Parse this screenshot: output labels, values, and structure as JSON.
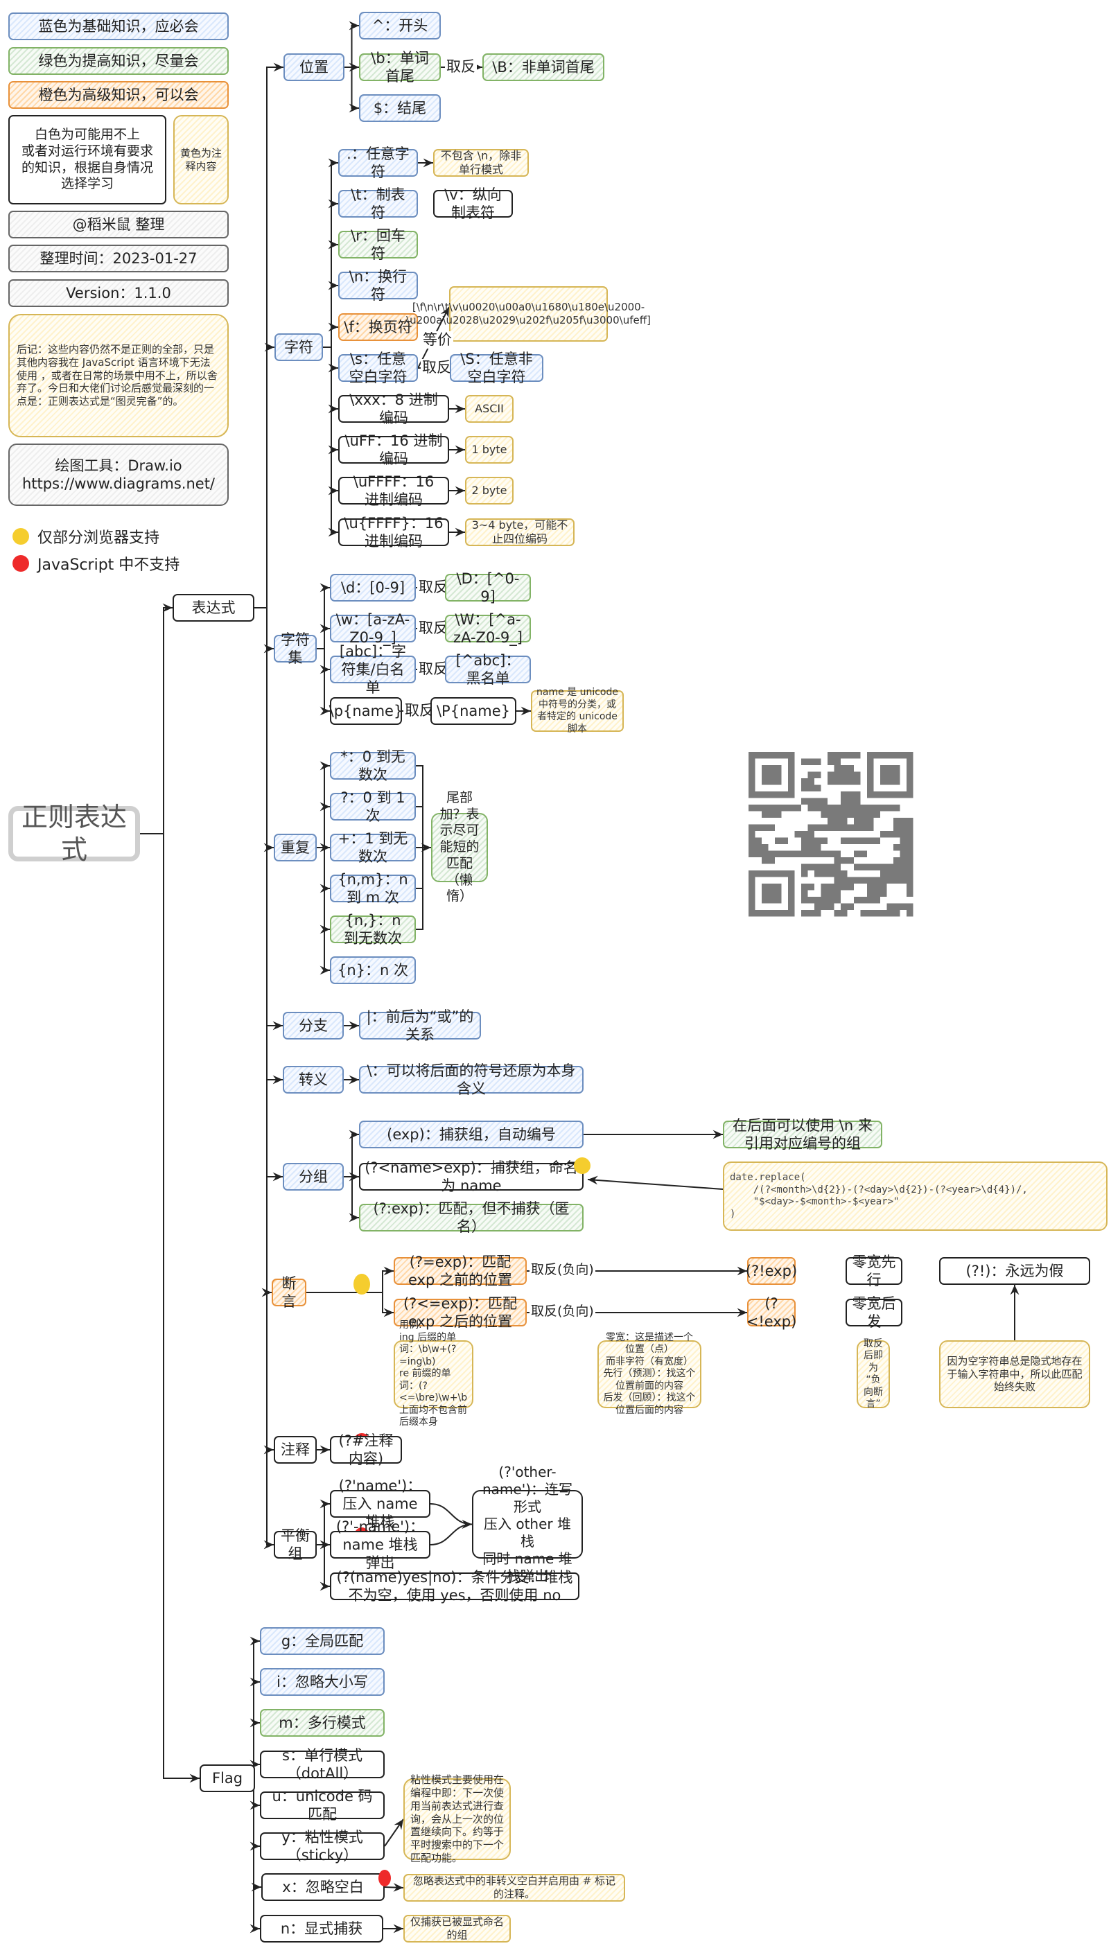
{
  "legend": {
    "blue": "蓝色为基础知识，应必会",
    "green": "绿色为提高知识，尽量会",
    "orange": "橙色为高级知识，可以会",
    "white": "白色为可能用不上\n或者对运行环境有要求\n的知识，根据自身情况\n选择学习",
    "yellow": "黄色为注\n释内容",
    "author": "@稻米鼠 整理",
    "date": "整理时间：2023-01-27",
    "version": "Version：1.1.0",
    "postscript": "后记：这些内容仍然不是正则的全部，只是其他内容我在 JavaScript  语言环境下无法使用 ，或者在日常的场景中用不上，所以舍弃了。今日和大佬们讨论后感觉最深刻的一点是：正则表达式是“图灵完备”的。",
    "tool": "绘图工具：Draw.io\nhttps://www.diagrams.net/",
    "partial_support": "仅部分浏览器支持",
    "js_unsupported": "JavaScript 中不支持",
    "colors": {
      "partial": "#f5cd2e",
      "unsupported": "#ee2a2a"
    }
  },
  "root": "正则表达式",
  "expression": {
    "label": "表达式",
    "position": {
      "label": "位置",
      "items": [
        "^：开头",
        "\\b：单词首尾",
        "$：结尾"
      ],
      "negate_label": "取反",
      "b_negated": "\\B：非单词首尾"
    },
    "chars": {
      "label": "字符",
      "items": [
        ".：任意字符",
        "\\t：制表符",
        "\\r：回车符",
        "\\n：换行符",
        "\\f：换页符",
        "\\s：任意空白字符",
        "\\xxx：8 进制编码",
        "\\uFF：16 进制编码",
        "\\uFFFF：16 进制编码",
        "\\u{FFFF}：16 进制编码"
      ],
      "dot_note": "不包含 \\n，除非单行模式",
      "vtab": "\\v：纵向制表符",
      "equiv_label": "等价",
      "ws_equiv": "[\\f\\n\\r\\t\\v\\u0020\\u00a0\\u1680\\u180e\\u2000-\\u200a\\u2028\\u2029\\u202f\\u205f\\u3000\\ufeff]",
      "negate_label": "取反",
      "s_negated": "\\S：任意非空白字符",
      "notes": [
        "ASCII",
        "1 byte",
        "2 byte",
        "3~4 byte，可能不止四位编码"
      ]
    },
    "charset": {
      "label": "字符集",
      "items": [
        "\\d：[0-9]",
        "\\w：[a-zA-Z0-9_]",
        "[abc]：字符集/白名单",
        "\\p{name}"
      ],
      "negate_label": "取反",
      "negated": [
        "\\D：[^0-9]",
        "\\W：[^a-zA-Z0-9_]",
        "[^abc]：黑名单",
        "\\P{name}"
      ],
      "p_note": "name 是 unicode 中符号的分类，或者特定的 unicode 脚本"
    },
    "repeat": {
      "label": "重复",
      "items": [
        "*：0 到无数次",
        "?：0 到 1 次",
        "+：1 到无数次",
        "{n,m}：n 到 m 次",
        "{n,}：n 到无数次",
        "{n}：n 次"
      ],
      "lazy_note": "尾部加？表示尽可能短的匹配（懒惰）"
    },
    "branch": {
      "label": "分支",
      "item": "|：前后为“或”的关系"
    },
    "escape": {
      "label": "转义",
      "item": "\\：可以将后面的符号还原为本身含义"
    },
    "group": {
      "label": "分组",
      "items": [
        "(exp)：捕获组，自动编号",
        "(?<name>exp)：捕获组，命名为 name",
        "(?:exp)：匹配，但不捕获（匿名）"
      ],
      "backref_note": "在后面可以使用 \\n 来引用对应编号的组",
      "code_example": "date.replace(\n    /(?<month>\\d{2})-(?<day>\\d{2})-(?<year>\\d{4})/,\n    \"$<day>-$<month>-$<year>\"\n)"
    },
    "assert": {
      "label": "断言",
      "items": [
        "(?=exp)：匹配 exp 之前的位置",
        "(?<=exp)：匹配 exp 之后的位置"
      ],
      "negate_label": "取反(负向)",
      "negated": [
        "(?!exp)",
        "(?<!exp)"
      ],
      "zero_width": [
        "零宽先行",
        "零宽后发"
      ],
      "always_false": "(?!)：永远为假",
      "notes": [
        "用例:\ning 后缀的单词：\\b\\w+(?=ing\\b)\nre 前缀的单词：(?<=\\bre)\\w+\\b\n上面均不包含前后缀本身",
        "零宽：这是描述一个位置（点）\n而非字符（有宽度）\n先行（预测）：找这个位置前面的内容\n后发（回顾）：找这个位置后面的内容",
        "取反后即为\n“负向断言”",
        "因为空字符串总是隐式地存在于输入字符串中，所以此匹配始终失败"
      ]
    },
    "comment": {
      "label": "注释",
      "item": "(?#注释内容)"
    },
    "balance": {
      "label": "平衡组",
      "items": [
        "(?'name')：压入 name 堆栈",
        "(?'-name')：name 堆栈弹出",
        "(?(name)yes|no)：条件分支：堆栈不为空，使用 yes，否则使用 no"
      ],
      "combined": "(?'other-name')：连写形式\n压入 other 堆栈\n同时 name 堆栈弹出"
    }
  },
  "flag": {
    "label": "Flag",
    "items": [
      "g：全局匹配",
      "i：忽略大小写",
      "m：多行模式",
      "s：单行模式（dotAll）",
      "u：unicode 码匹配",
      "y：粘性模式（sticky）",
      "x：忽略空白",
      "n：显式捕获"
    ],
    "sticky_note": "粘性模式主要使用在编程中即：下一次使用当前表达式进行查询，会从上一次的位置继续向下。约等于平时搜索中的下一个匹配功能。",
    "x_note": "忽略表达式中的非转义空白并启用由 # 标记的注释。",
    "n_note": "仅捕获已被显式命名的组"
  }
}
